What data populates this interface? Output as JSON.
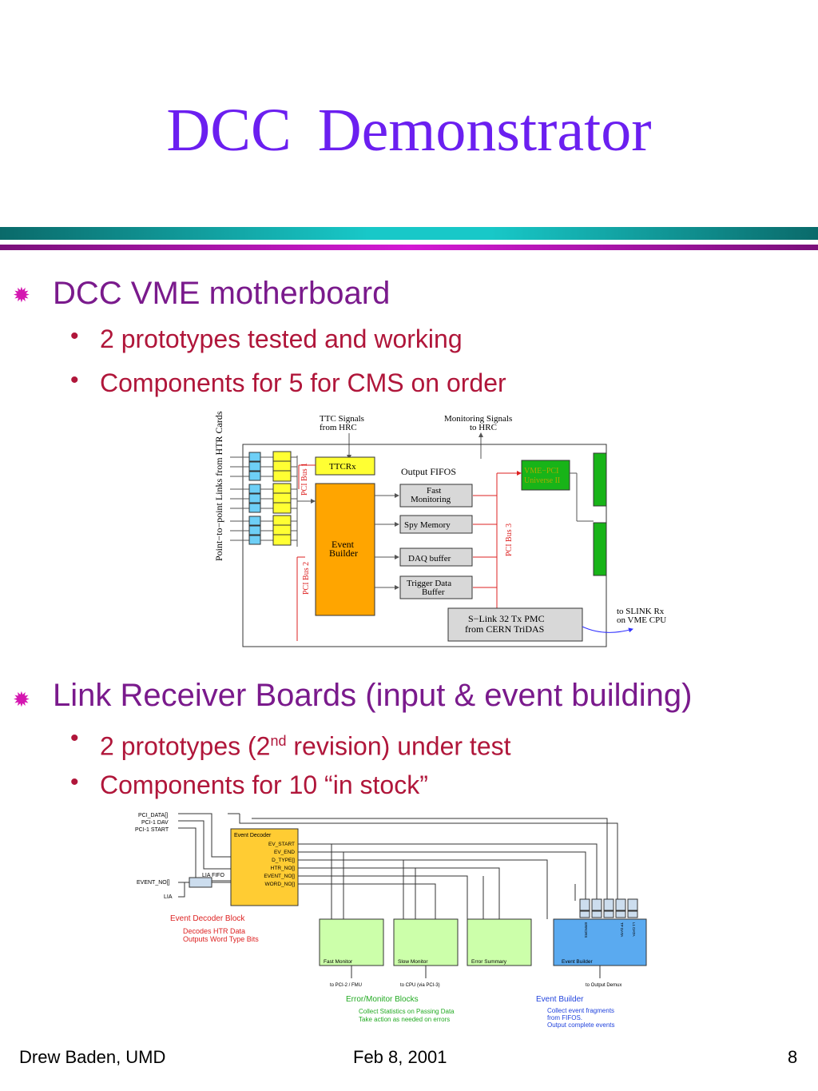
{
  "slide": {
    "title": "DCC Demonstrator",
    "bullets": [
      {
        "text": "DCC VME motherboard",
        "subs": [
          "2 prototypes tested and working",
          "Components for 5 for CMS on order"
        ]
      },
      {
        "text": "Link Receiver Boards (input & event building)",
        "subs_a_pre": "2 prototypes (2",
        "subs_a_sup": "nd",
        "subs_a_post": " revision) under test",
        "subs_b": "Components for 10 “in stock”"
      }
    ]
  },
  "diagram1": {
    "ttc": "TTC Signals",
    "ttc2": "from HRC",
    "mon": "Monitoring Signals",
    "mon2": "to HRC",
    "side": "Point−to−point Links from HTR Cards",
    "ttcrx": "TTCRx",
    "pci1": "PCI Bus 1",
    "pci2": "PCI Bus 2",
    "pci3": "PCI Bus 3",
    "eb1": "Event",
    "eb2": "Builder",
    "fifos": "Output FIFOS",
    "fast1": "Fast",
    "fast2": "Monitoring",
    "spy": "Spy Memory",
    "daq": "DAQ buffer",
    "trig1": "Trigger Data",
    "trig2": "Buffer",
    "vme1": "VME−PCI",
    "vme2": "Universe II",
    "slink1": "S−Link 32 Tx PMC",
    "slink2": "from CERN TriDAS",
    "tosl1": "to SLINK Rx",
    "tosl2": "on VME CPU"
  },
  "diagram2": {
    "in1": "PCI_DATA[]",
    "in2": "PCI-1 DAV",
    "in3": "PCI-1 START",
    "in4": "EVENT_NO[]",
    "in5": "LIA",
    "dec": "Event Decoder",
    "sigs": [
      "EV_START",
      "EV_END",
      "D_TYPE[]",
      "HTR_NO[]",
      "EVENT_NO[]",
      "WORD_NO[]"
    ],
    "liafifo": "LIA FIFO",
    "edb": "Event Decoder Block",
    "edb1": "Decodes HTR Data",
    "edb2": "Outputs Word Type Bits",
    "fm": "Fast Monitor",
    "sm": "Slow Monitor",
    "es": "Error Summary",
    "eb": "Event Builder",
    "to1": "to PCI-2 / FMU",
    "to2": "to CPU (via PCI-3)",
    "to3": "to Output Demux",
    "fifo_labels": [
      "ERRORS",
      "TP DATA",
      "L1 DATA"
    ],
    "emb": "Error/Monitor Blocks",
    "emb1": "Collect Statistics on Passing Data",
    "emb2": "Take action as needed on errors",
    "ebt": "Event Builder",
    "ebt1": "Collect event fragments",
    "ebt2": "from FIFOS.",
    "ebt3": "Output complete events"
  },
  "footer": {
    "left": "Drew Baden, UMD",
    "center": "Feb 8, 2001",
    "right": "8"
  },
  "colors": {
    "title": "#6b1ff0",
    "level1": "#7a1a8c",
    "level2": "#b0163a",
    "band_teal": "#12b4b4",
    "band_magenta": "#b012b0"
  }
}
